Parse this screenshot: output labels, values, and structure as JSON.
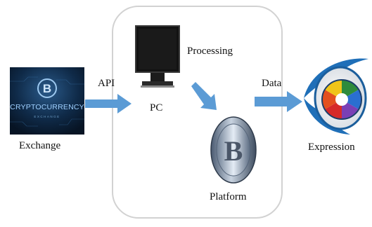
{
  "nodes": {
    "exchange": {
      "label": "Exchange",
      "image_text": "CRYPTOCURRENCY",
      "image_subtext": "EXCHANGE",
      "symbol": "B"
    },
    "pc": {
      "label": "PC",
      "sublabel": "Processing"
    },
    "platform": {
      "label": "Platform",
      "symbol": "B"
    },
    "expression": {
      "label": "Expression"
    }
  },
  "edges": {
    "api": {
      "label": "API"
    },
    "data": {
      "label": "Data"
    }
  },
  "colors": {
    "arrow": "#5b9bd5",
    "exchange_bg": "#0b1d33",
    "monitor": "#111111",
    "coin": "#8a9bb0",
    "eye": "#1f6fb8"
  }
}
